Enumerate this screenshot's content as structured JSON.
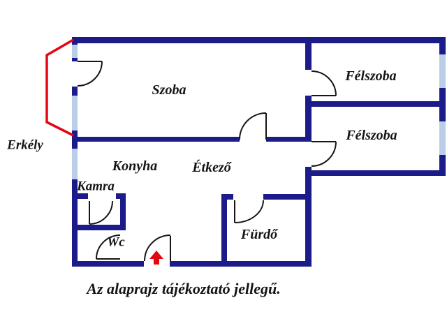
{
  "colors": {
    "wall": "#1b1b8a",
    "window": "#b9cfe8",
    "balcony": "#e30613",
    "arrow": "#e30613",
    "door": "#151515",
    "text": "#141414",
    "background": "#ffffff"
  },
  "rooms": {
    "szoba": {
      "label": "Szoba"
    },
    "felszoba_top": {
      "label": "Félszoba"
    },
    "felszoba_bottom": {
      "label": "Félszoba"
    },
    "konyha": {
      "label": "Konyha"
    },
    "etkezo": {
      "label": "Étkező"
    },
    "kamra": {
      "label": "Kamra"
    },
    "wc": {
      "label": "Wc"
    },
    "furdo": {
      "label": "Fürdő"
    },
    "erkely": {
      "label": "Erkély"
    }
  },
  "caption": "Az alaprajz tájékoztató jellegű.",
  "icons": {
    "entrance_arrow": "up-arrow"
  }
}
